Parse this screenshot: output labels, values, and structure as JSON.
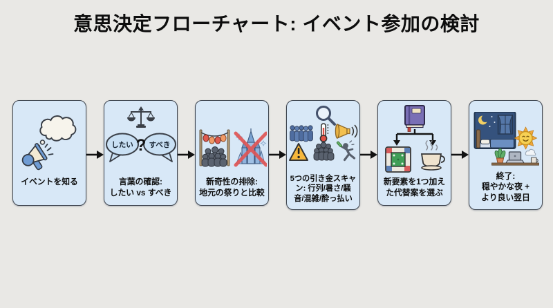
{
  "title": "意思決定フローチャート: イベント参加の検討",
  "colors": {
    "background": "#e9e8e5",
    "box_fill": "#d8e8f7",
    "box_border": "#3f4650",
    "arrow": "#111111",
    "cross_red": "#e05555"
  },
  "steps": [
    {
      "name": "know-event",
      "icons": [
        "megaphone-icon",
        "thought-cloud-icon"
      ],
      "label_lines": [
        "イベントを知る"
      ]
    },
    {
      "name": "word-check",
      "icons": [
        "balance-scale-icon",
        "speech-bubbles-icon",
        "question-mark"
      ],
      "bubbles": {
        "left": "したい",
        "question": "?",
        "right": "すべき"
      },
      "label_lines": [
        "言葉の確認:",
        "したい vs すべき"
      ]
    },
    {
      "name": "novelty-elimination",
      "icons": [
        "festival-lanterns-icon",
        "crowd-icon",
        "crossed-castle-icon"
      ],
      "label_lines": [
        "新奇性の排除:",
        "地元の祭りと比較"
      ]
    },
    {
      "name": "trigger-scan",
      "icons": [
        "magnifier-icon",
        "queue-icon",
        "thermometer-icon",
        "loudspeaker-icon",
        "warning-icon",
        "crowd-icon",
        "drunk-person-icon"
      ],
      "label_lines": [
        "5つの引き金スキャ",
        "ン: 行列/暑さ/騒",
        "音/混雑/酔っ払い"
      ]
    },
    {
      "name": "alternative-choice",
      "icons": [
        "book-icon",
        "branch-arrows-icon",
        "board-game-icon",
        "coffee-cup-icon"
      ],
      "label_lines": [
        "新要素を1つ加え",
        "た代替案を選ぶ"
      ]
    },
    {
      "name": "end-result",
      "icons": [
        "night-bedroom-icon",
        "sun-icon",
        "desk-shelf-icon"
      ],
      "label_lines": [
        "終了:",
        "穏やかな夜 +",
        "より良い翌日"
      ]
    }
  ]
}
